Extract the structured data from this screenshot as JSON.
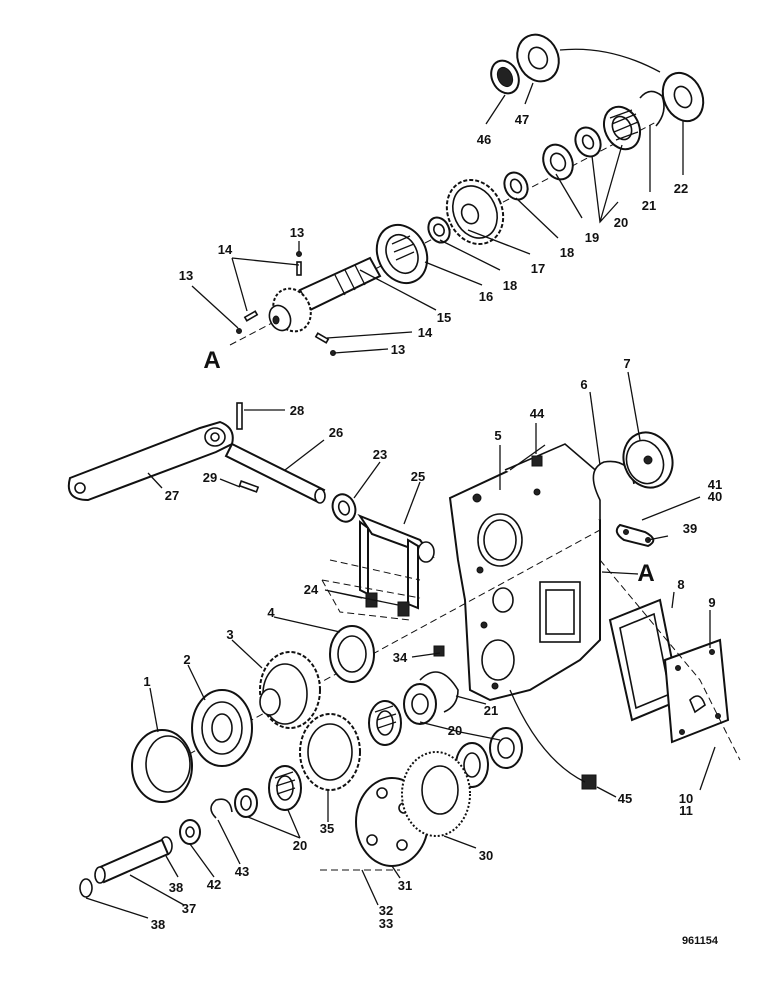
{
  "diagram": {
    "callouts": {
      "c1": "1",
      "c2": "2",
      "c3": "3",
      "c4": "4",
      "c5": "5",
      "c6": "6",
      "c7": "7",
      "c8": "8",
      "c9": "9",
      "c10": "10",
      "c11": "11",
      "c13a": "13",
      "c13b": "13",
      "c13c": "13",
      "c14a": "14",
      "c14b": "14",
      "c15": "15",
      "c16": "16",
      "c17": "17",
      "c18a": "18",
      "c18b": "18",
      "c19": "19",
      "c20a": "20",
      "c20b": "20",
      "c20c": "20",
      "c21a": "21",
      "c21b": "21",
      "c22": "22",
      "c23": "23",
      "c24": "24",
      "c25": "25",
      "c26": "26",
      "c27": "27",
      "c28": "28",
      "c29": "29",
      "c30": "30",
      "c31": "31",
      "c32": "32",
      "c33": "33",
      "c34": "34",
      "c35": "35",
      "c37": "37",
      "c38a": "38",
      "c38b": "38",
      "c39": "39",
      "c40": "40",
      "c41": "41",
      "c42": "42",
      "c43": "43",
      "c44": "44",
      "c45": "45",
      "c46": "46",
      "c47": "47"
    },
    "section_marker_top": "A",
    "section_marker_right": "A",
    "reference_code": "961154"
  }
}
